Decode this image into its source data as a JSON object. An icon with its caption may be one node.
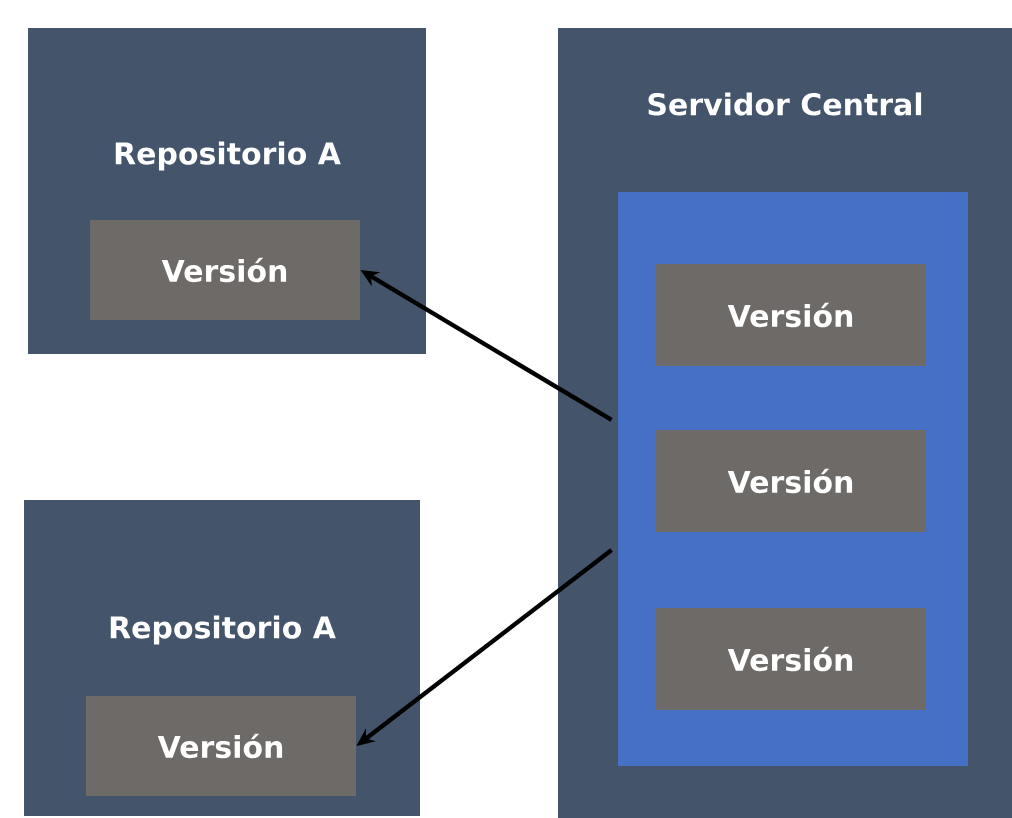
{
  "diagram": {
    "nodes": [
      {
        "text": [
          "Repositorio A"
        ]
      },
      {
        "text": [
          "Versión"
        ],
        "in": 0
      },
      {
        "text": [
          "Repositorio A"
        ]
      },
      {
        "text": [
          "Versión"
        ],
        "in": 2
      },
      {
        "text": [
          "Servidor Central"
        ]
      },
      {
        "text": [],
        "shape": "box",
        "in": 4
      },
      {
        "text": [
          "Versión"
        ],
        "in": 5
      },
      {
        "text": [
          "Versión"
        ],
        "in": 5
      },
      {
        "text": [
          "Versión"
        ],
        "in": 5
      }
    ],
    "edges": [
      {
        "from": 5,
        "to": 1,
        "arrow": "to"
      },
      {
        "from": 5,
        "to": 3,
        "arrow": "to"
      }
    ]
  }
}
